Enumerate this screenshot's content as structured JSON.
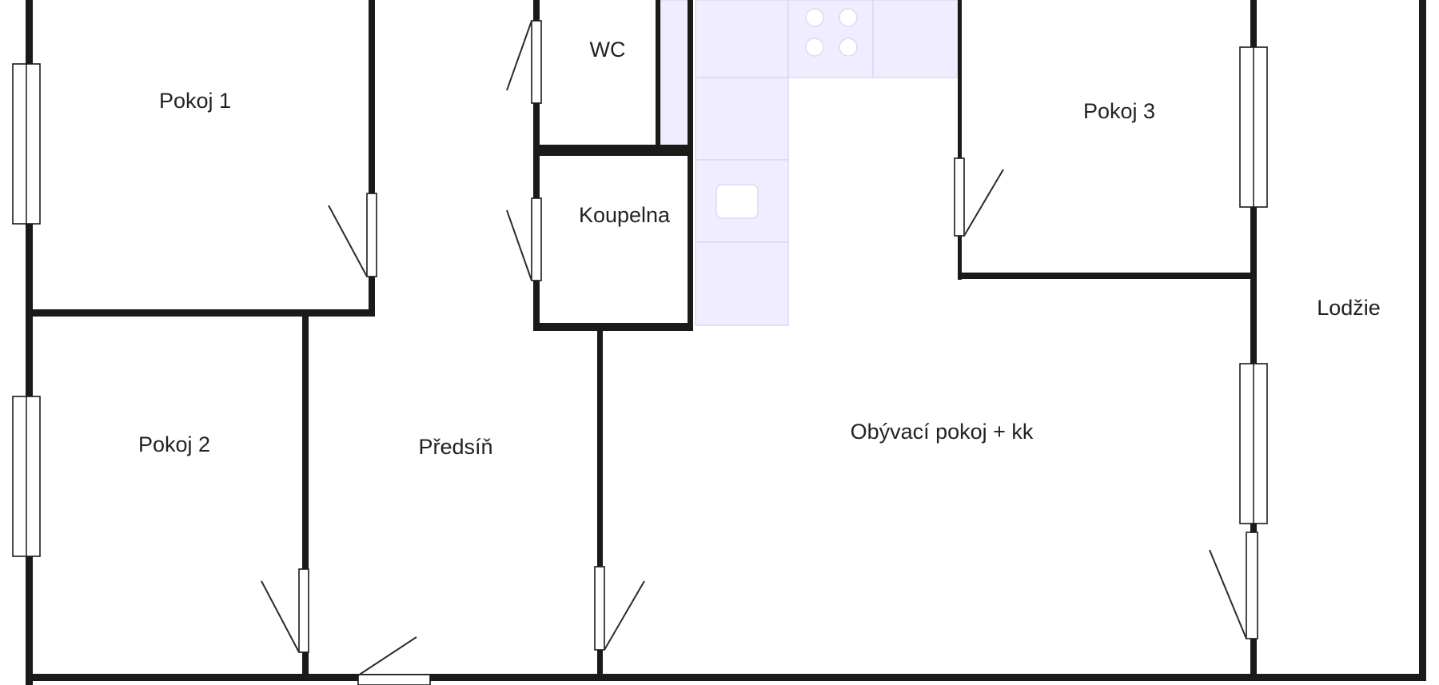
{
  "plan": {
    "title": "",
    "colors": {
      "wall": "#1a1a18",
      "kitchen_counter": "#efedff",
      "background": "#ffffff"
    },
    "rooms": [
      {
        "id": "pokoj1",
        "label": "Pokoj 1"
      },
      {
        "id": "pokoj2",
        "label": "Pokoj 2"
      },
      {
        "id": "wc",
        "label": "WC"
      },
      {
        "id": "koupelna",
        "label": "Koupelna"
      },
      {
        "id": "predsin",
        "label": "Předsíň"
      },
      {
        "id": "obyvaci",
        "label": "Obývací pokoj + kk"
      },
      {
        "id": "pokoj3",
        "label": "Pokoj 3"
      },
      {
        "id": "lodzie",
        "label": "Lodžie"
      }
    ],
    "kitchen": {
      "items": [
        "counter",
        "hob-4-burner",
        "sink"
      ]
    }
  }
}
